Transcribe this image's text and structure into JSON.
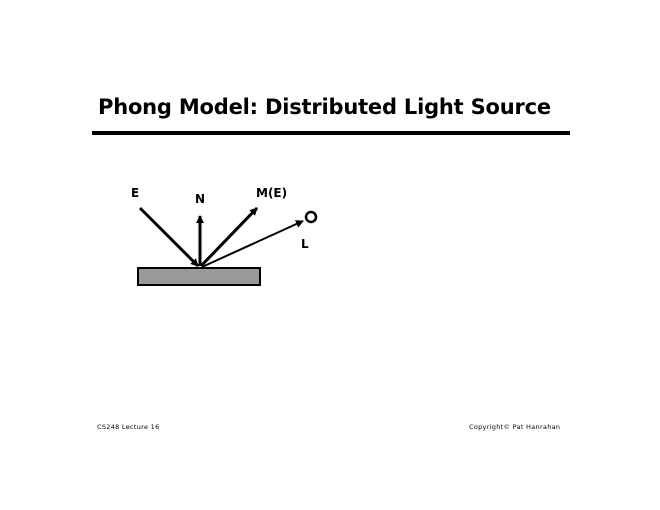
{
  "slide": {
    "title": "Phong Model: Distributed Light Source",
    "footer_left": "CS248 Lecture 16",
    "footer_right": "Copyright© Pat Hanrahan"
  },
  "diagram": {
    "labels": {
      "eye": "E",
      "normal": "N",
      "mirror": "M(E)",
      "light": "L"
    },
    "surface_color": "#999999"
  }
}
